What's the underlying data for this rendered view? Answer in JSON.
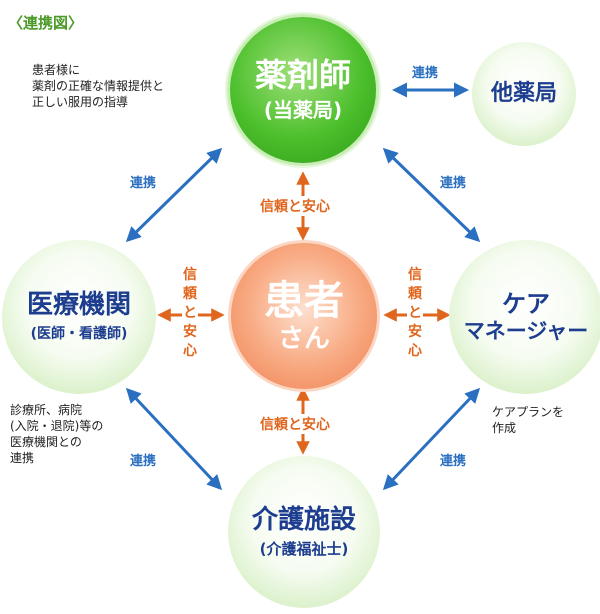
{
  "title": "〈連携図〉",
  "nodes": {
    "pharmacist": {
      "main": "薬剤師",
      "sub": "(当薬局)"
    },
    "other_pharmacy": {
      "main": "他薬局"
    },
    "medical": {
      "main": "医療機関",
      "sub": "(医師・看護師)"
    },
    "care_manager": {
      "main_line1": "ケア",
      "main_line2": "マネージャー"
    },
    "care_facility": {
      "main": "介護施設",
      "sub": "(介護福祉士)"
    },
    "patient": {
      "main_line1": "患者",
      "main_line2": "さん"
    }
  },
  "notes": {
    "pharmacist": "患者様に\n薬剤の正確な情報提供と\n正しい服用の指導",
    "medical": "診療所、病院\n(入院・退院)等の\n医療機関との\n連携",
    "care_manager": "ケアプランを\n作成"
  },
  "link_label": "連携",
  "trust_label": "信頼と安心",
  "colors": {
    "link_arrow": "#2a6fc0",
    "trust_arrow": "#e0661e",
    "title": "#4c9a2a",
    "node_text": "#1d3d8f"
  }
}
